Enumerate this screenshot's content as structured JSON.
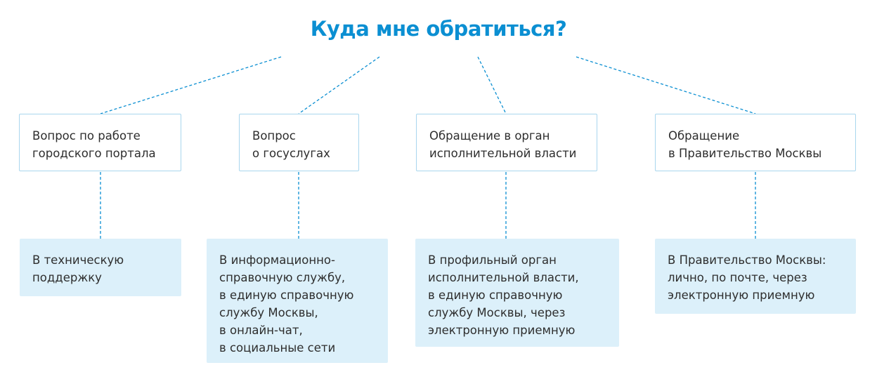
{
  "title": "Куда мне обратиться?",
  "colors": {
    "accent": "#0b8fd2",
    "answer_bg": "#dcf0fa",
    "question_border": "#a9d6ee"
  },
  "questions": [
    "Вопрос по работе\nгородского портала",
    "Вопрос\nо госуслугах",
    "Обращение в орган\nисполнительной власти",
    "Обращение\nв Правительство Москвы"
  ],
  "answers": [
    "В техническую\nподдержку",
    "В информационно-\nсправочную службу,\nв единую справочную\nслужбу Москвы,\nв онлайн-чат,\nв социальные сети",
    "В профильный орган\nисполнительной власти,\nв единую справочную\nслужбу Москвы, через\nэлектронную приемную",
    "В Правительство Москвы:\nлично, по почте, через\nэлектронную приемную"
  ]
}
